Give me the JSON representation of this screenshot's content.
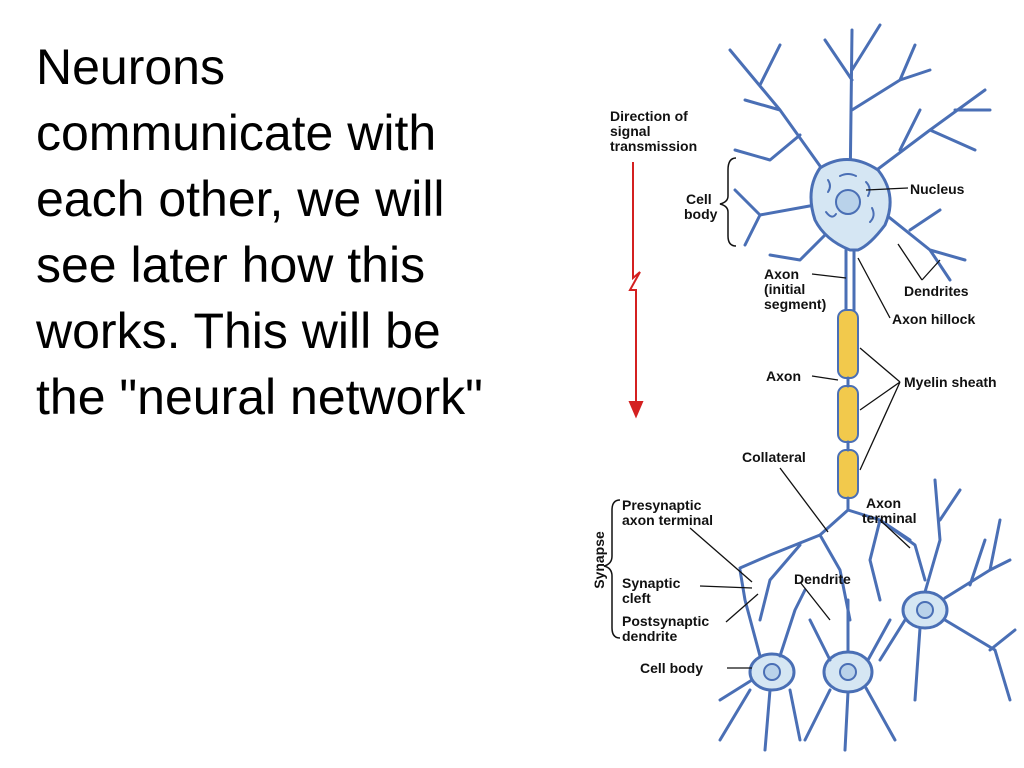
{
  "slide": {
    "text_lines": [
      "Neurons",
      "communicate with",
      "each other, we will",
      "see later how this",
      "works. This will be",
      "the \"neural network\""
    ]
  },
  "diagram": {
    "direction_label": [
      "Direction of",
      "signal",
      "transmission"
    ],
    "labels": {
      "cell_body_top": [
        "Cell",
        "body"
      ],
      "nucleus": "Nucleus",
      "dendrites": "Dendrites",
      "axon_initial": [
        "Axon",
        "(initial",
        "segment)"
      ],
      "axon_hillock": "Axon hillock",
      "axon": "Axon",
      "myelin_sheath": "Myelin sheath",
      "collateral": "Collateral",
      "presynaptic": [
        "Presynaptic",
        "axon terminal"
      ],
      "axon_terminal": [
        "Axon",
        "terminal"
      ],
      "synapse": "Synapse",
      "synaptic_cleft": [
        "Synaptic",
        "cleft"
      ],
      "dendrite": "Dendrite",
      "postsynaptic": [
        "Postsynaptic",
        "dendrite"
      ],
      "cell_body_bottom": "Cell body"
    },
    "colors": {
      "neuron_outline": "#4a6fb5",
      "neuron_fill": "#d5e6f3",
      "myelin_fill": "#f2c94c",
      "signal_arrow": "#d42020",
      "label_text": "#111111"
    }
  }
}
